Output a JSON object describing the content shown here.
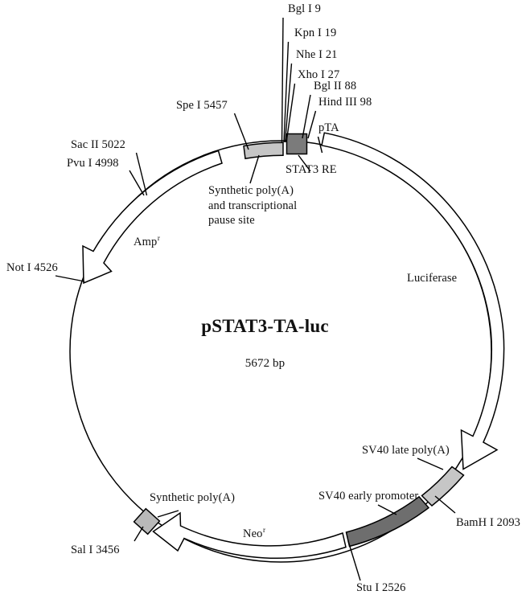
{
  "figure": {
    "type": "plasmid-map",
    "center_title": "pSTAT3-TA-luc",
    "center_size": "5672 bp"
  },
  "chart_data": {
    "type": "diagram",
    "title": "pSTAT3-TA-luc",
    "subtitle": "5672 bp",
    "total_bp": 5672,
    "restriction_sites": [
      {
        "name": "Bgl I",
        "position": "9",
        "label": "Bgl I 9"
      },
      {
        "name": "Kpn I",
        "position": "19",
        "label": "Kpn I 19"
      },
      {
        "name": "Nhe I",
        "position": "21",
        "label": "Nhe I 21"
      },
      {
        "name": "Xho I",
        "position": "27",
        "label": "Xho I 27"
      },
      {
        "name": "Bgl II",
        "position": "88",
        "label": "Bgl II 88"
      },
      {
        "name": "Hind III",
        "position": "98",
        "label": "Hind III 98"
      },
      {
        "name": "BamH I",
        "position": "2093",
        "label": "BamH I 2093"
      },
      {
        "name": "Stu I",
        "position": "2526",
        "label": "Stu I 2526"
      },
      {
        "name": "Sal I",
        "position": "3456",
        "label": "Sal I 3456"
      },
      {
        "name": "Not I",
        "position": "4526",
        "label": "Not I 4526"
      },
      {
        "name": "Pvu I",
        "position": "4998",
        "label": "Pvu I 4998"
      },
      {
        "name": "Sac II",
        "position": "5022",
        "label": "Sac II 5022"
      },
      {
        "name": "Spe I",
        "position": "5457",
        "label": "Spe I 5457"
      }
    ],
    "features": [
      {
        "name": "pTA",
        "label": "pTA",
        "style": "tick"
      },
      {
        "name": "STAT3 RE",
        "label": "STAT3 RE",
        "style": "box",
        "fill": "#7b7b7b"
      },
      {
        "name": "Synthetic poly(A) and transcriptional pause site",
        "label": "Synthetic poly(A)\nand transcriptional\npause site",
        "style": "box",
        "fill": "#c6c6c6"
      },
      {
        "name": "Luciferase",
        "label": "Luciferase",
        "style": "arrow-clockwise"
      },
      {
        "name": "SV40 late poly(A)",
        "label": "SV40 late poly(A)",
        "style": "arc-band",
        "fill": "#c6c6c6"
      },
      {
        "name": "SV40 early promoter",
        "label": "SV40 early promoter",
        "style": "arc-band",
        "fill": "#6e6e6e"
      },
      {
        "name": "Neo r",
        "label": "Neo",
        "superscript": "r",
        "style": "arrow-counterclockwise"
      },
      {
        "name": "Synthetic poly(A)",
        "label": "Synthetic poly(A)",
        "style": "box",
        "fill": "#b9b9b9"
      },
      {
        "name": "Amp r",
        "label": "Amp",
        "superscript": "r",
        "style": "arrow-counterclockwise"
      }
    ],
    "labels": {
      "bgl_i": "Bgl I 9",
      "kpn_i": "Kpn I 19",
      "nhe_i": "Nhe I 21",
      "xho_i": "Xho I 27",
      "bgl_ii": "Bgl II 88",
      "hind_iii": "Hind III 98",
      "pta": "pTA",
      "stat3_re": "STAT3 RE",
      "spe_i": "Spe I 5457",
      "sac_ii": "Sac II 5022",
      "pvu_i": "Pvu I 4998",
      "not_i": "Not I 4526",
      "sal_i": "Sal I 3456",
      "stu_i": "Stu I 2526",
      "bamh_i": "BamH I 2093",
      "luciferase": "Luciferase",
      "sv40_late_polya": "SV40 late poly(A)",
      "sv40_early_promoter": "SV40 early promoter",
      "synthetic_polya": "Synthetic poly(A)",
      "synthetic_polya_pause_line1": "Synthetic poly(A)",
      "synthetic_polya_pause_line2": "and transcriptional",
      "synthetic_polya_pause_line3": "pause site",
      "amp": "Amp",
      "amp_sup": "r",
      "neo": "Neo",
      "neo_sup": "r"
    },
    "colors": {
      "stroke": "#000000",
      "background": "#ffffff",
      "fill_light": "#c6c6c6",
      "fill_mid": "#b9b9b9",
      "fill_dark": "#7b7b7b",
      "fill_promoter": "#6e6e6e"
    }
  }
}
